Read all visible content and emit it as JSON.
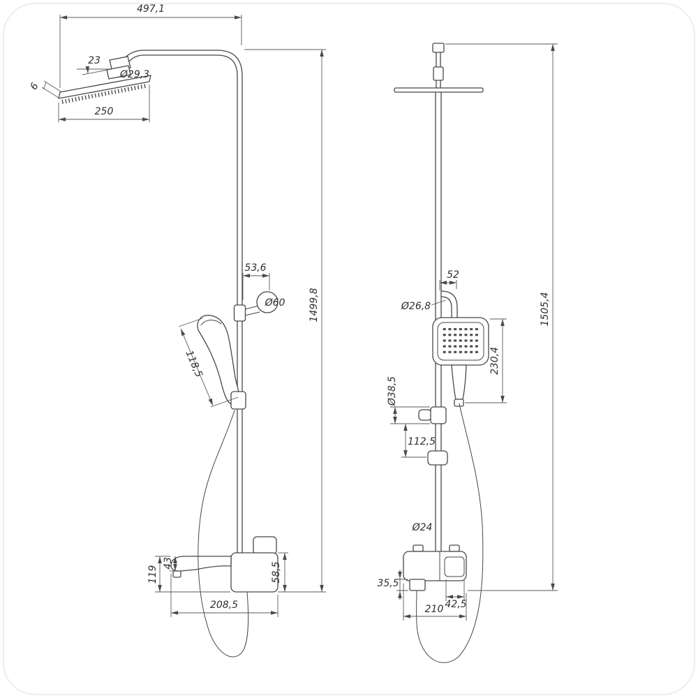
{
  "drawing": {
    "frame_color": "#ededed",
    "line_color": "#474747",
    "dim_color": "#5a5a5a",
    "views": {
      "side": {
        "dims": {
          "overall_width": "497,1",
          "head_angle": "23",
          "head_thickness": "6",
          "pipe_diameter": "Ø29,3",
          "head_size": "250",
          "bracket_offset": "53,6",
          "knob_diameter": "Ø60",
          "hand_shower_length": "118,5",
          "overall_height": "1499,8",
          "spout_drop": "43",
          "mixer_height": "119",
          "mixer_body_height": "58,5",
          "spout_reach": "208,5"
        }
      },
      "front": {
        "dims": {
          "arm_offset": "52",
          "arm_diameter": "Ø26,8",
          "hand_shower_height": "230,4",
          "holder_diameter": "Ø38,5",
          "holder_spacing": "112,5",
          "overall_height": "1505,4",
          "riser_diameter": "Ø24",
          "outlet_height": "35,5",
          "handle_width": "42,5",
          "mixer_width": "210"
        }
      }
    }
  }
}
